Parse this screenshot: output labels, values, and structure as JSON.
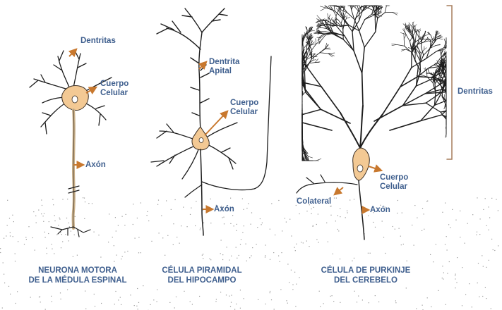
{
  "colors": {
    "cell_body": "#f3c994",
    "cell_outline": "#3b2f25",
    "dendrite": "#1d1d1d",
    "arrow": "#c8782e",
    "label": "#3f5f8e"
  },
  "neurons": [
    {
      "caption_line1": "NEURONA MOTORA",
      "caption_line2": "DE LA MÉDULA ESPINAL",
      "labels": {
        "dendrites": "Dentritas",
        "body_line1": "Cuerpo",
        "body_line2": "Celular",
        "axon": "Axón"
      }
    },
    {
      "caption_line1": "CÉLULA PIRAMIDAL",
      "caption_line2": "DEL HIPOCAMPO",
      "labels": {
        "apical_line1": "Dentrita",
        "apical_line2": "Apital",
        "body_line1": "Cuerpo",
        "body_line2": "Celular",
        "axon": "Axón"
      }
    },
    {
      "caption_line1": "CÉLULA DE PURKINJE",
      "caption_line2": "DEL CEREBELO",
      "labels": {
        "dendrites": "Dentritas",
        "body_line1": "Cuerpo",
        "body_line2": "Celular",
        "collateral": "Colateral",
        "axon": "Axón"
      }
    }
  ]
}
